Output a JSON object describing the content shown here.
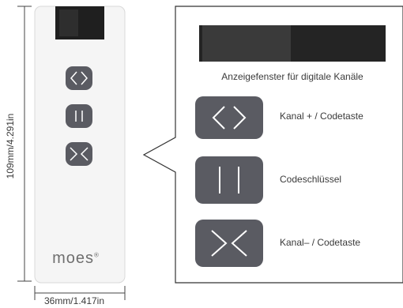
{
  "dimensions": {
    "width_label": "36mm/1.417in",
    "height_label": "109mm/4.291in"
  },
  "brand": {
    "logo_text": "moes",
    "trademark": "®"
  },
  "callout": {
    "display_caption": "Anzeigefenster für digitale Kanäle",
    "buttons": [
      {
        "icon": "chevrons-out-icon",
        "label": "Kanal + / Codetaste"
      },
      {
        "icon": "pause-icon",
        "label": "Codeschlüssel"
      },
      {
        "icon": "chevrons-in-icon",
        "label": "Kanal– / Codetaste"
      }
    ]
  },
  "colors": {
    "button": "#5a5b62",
    "display": "#242424",
    "remote_body": "#f4f4f4",
    "outline": "#333333"
  }
}
